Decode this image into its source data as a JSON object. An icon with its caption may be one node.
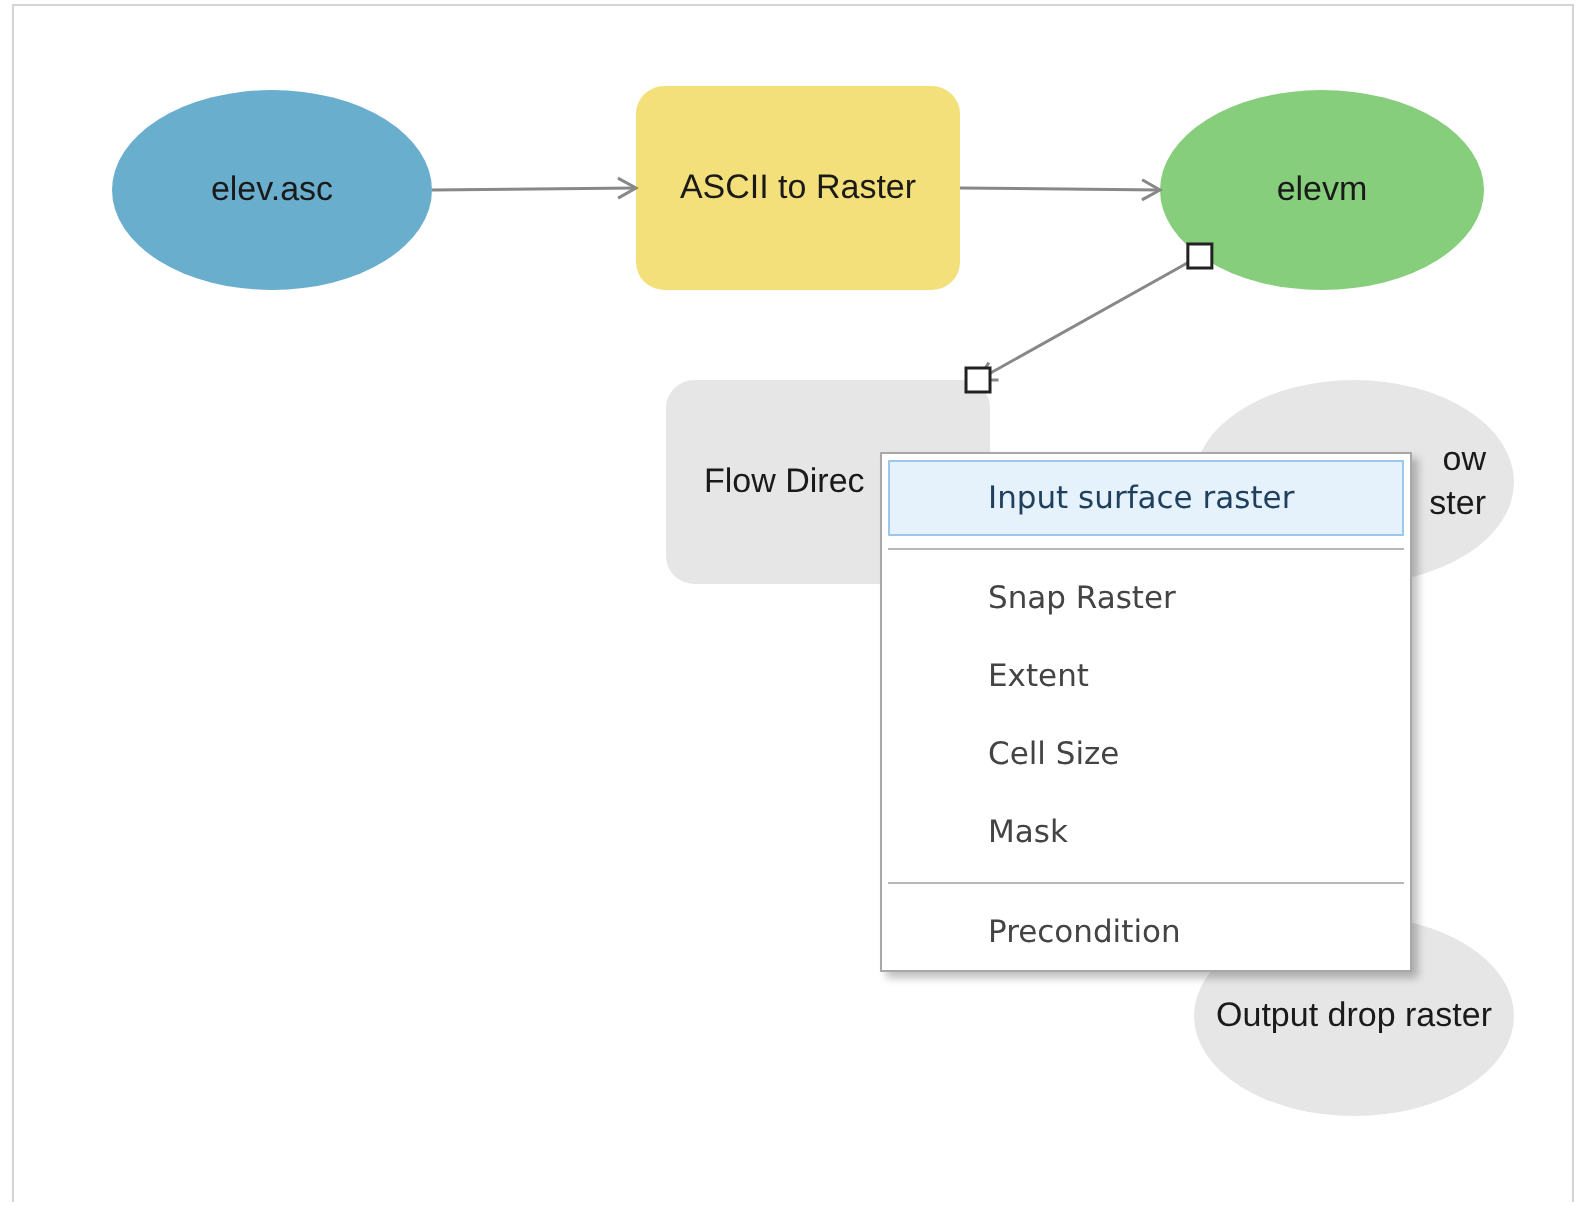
{
  "diagram": {
    "nodes": [
      {
        "text": [
          "elev.asc"
        ]
      },
      {
        "text": [
          "ASCII to Raster"
        ]
      },
      {
        "text": [
          "elevm"
        ]
      },
      {
        "text": [
          "Flow Direc"
        ]
      },
      {
        "text": [
          "ow",
          "ster"
        ]
      },
      {
        "text": [
          "Output drop raster"
        ]
      }
    ],
    "edges": [
      {
        "from": 0,
        "to": 1,
        "arrow": "to"
      },
      {
        "from": 1,
        "to": 2,
        "arrow": "to"
      },
      {
        "from": 2,
        "to": 3,
        "arrow": "to"
      }
    ],
    "labels": [
      "Input surface raster",
      "Snap Raster",
      "Extent",
      "Cell Size",
      "Mask",
      "Precondition"
    ]
  }
}
